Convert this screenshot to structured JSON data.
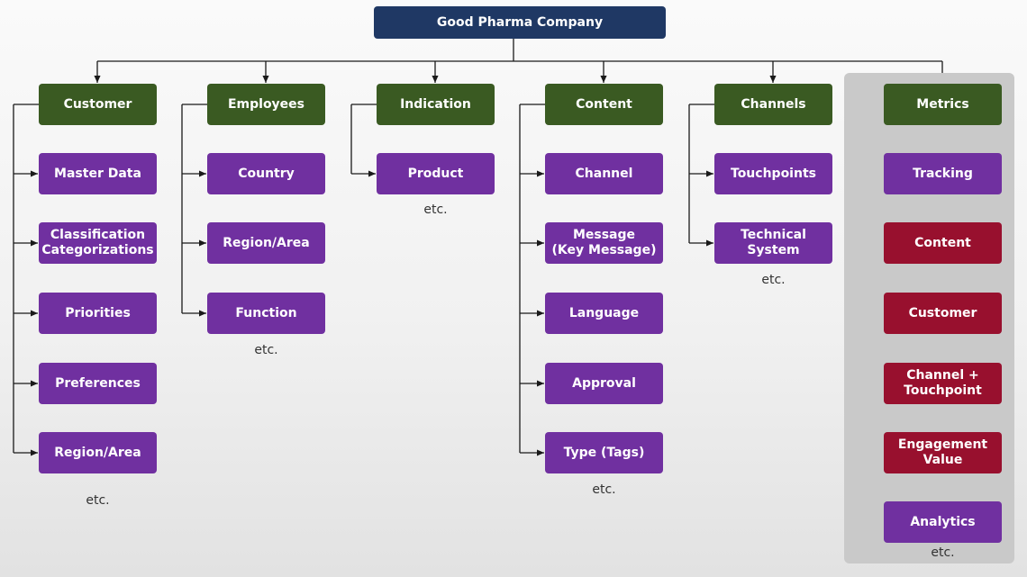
{
  "root": "Good Pharma Company",
  "columns": [
    {
      "title": "Customer",
      "items": [
        "Master Data",
        "Classification\nCategorizations",
        "Priorities",
        "Preferences",
        "Region/Area"
      ],
      "etc": "etc."
    },
    {
      "title": "Employees",
      "items": [
        "Country",
        "Region/Area",
        "Function"
      ],
      "etc": "etc."
    },
    {
      "title": "Indication",
      "items": [
        "Product"
      ],
      "etc": "etc."
    },
    {
      "title": "Content",
      "items": [
        "Channel",
        "Message\n(Key Message)",
        "Language",
        "Approval",
        "Type (Tags)"
      ],
      "etc": "etc."
    },
    {
      "title": "Channels",
      "items": [
        "Touchpoints",
        "Technical\nSystem"
      ],
      "etc": "etc."
    }
  ],
  "metrics": {
    "title": "Metrics",
    "tracking": "Tracking",
    "chain": [
      "Content",
      "Customer",
      "Channel +\nTouchpoint",
      "Engagement\nValue"
    ],
    "analytics": "Analytics",
    "etc": "etc."
  },
  "colors": {
    "root": "#1f3864",
    "category": "#3a5a22",
    "item": "#7030a0",
    "metric": "#98102e",
    "panel": "#c9c9c9"
  }
}
